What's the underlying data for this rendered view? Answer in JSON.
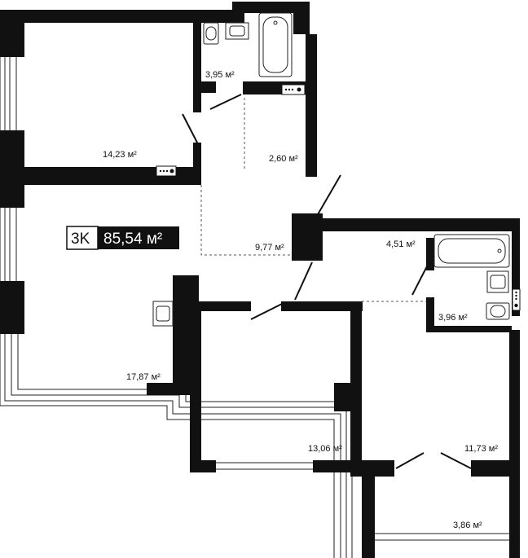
{
  "plan": {
    "type_label": "3K",
    "total_area": "85,54 м²",
    "rooms": [
      {
        "id": "room-bedroom-top",
        "area": "14,23 м²"
      },
      {
        "id": "room-bathroom-top",
        "area": "3,95 м²"
      },
      {
        "id": "room-corridor-top",
        "area": "2,60 м²"
      },
      {
        "id": "room-hall",
        "area": "9,77 м²"
      },
      {
        "id": "room-bathroom-right",
        "area": "4,51 м²"
      },
      {
        "id": "room-toilet",
        "area": "3,96 м²"
      },
      {
        "id": "room-living-kitchen",
        "area": "17,87 м²"
      },
      {
        "id": "room-bedroom-middle",
        "area": "13,06 м²"
      },
      {
        "id": "room-bedroom-right",
        "area": "11,73 м²"
      },
      {
        "id": "room-balcony",
        "area": "3,86 м²"
      }
    ]
  },
  "colors": {
    "wall": "#111111",
    "line": "#222222",
    "background": "#ffffff"
  }
}
